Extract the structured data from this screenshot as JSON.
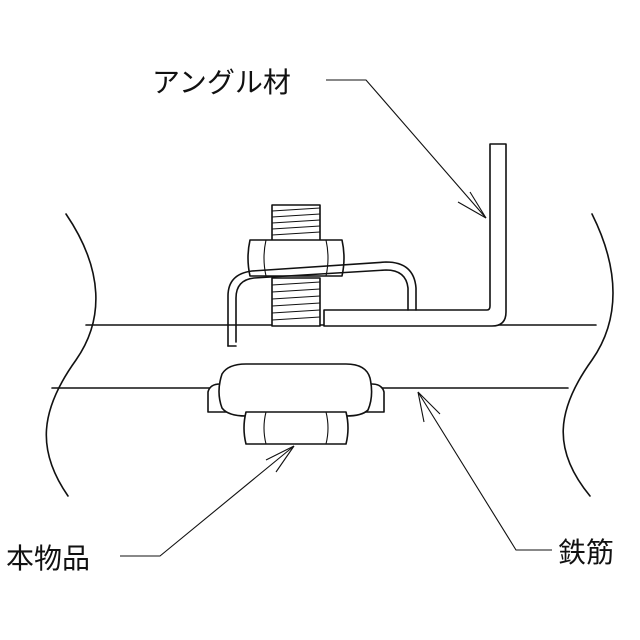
{
  "labels": {
    "angle": "アングル材",
    "product": "本物品",
    "rebar": "鉄筋"
  }
}
